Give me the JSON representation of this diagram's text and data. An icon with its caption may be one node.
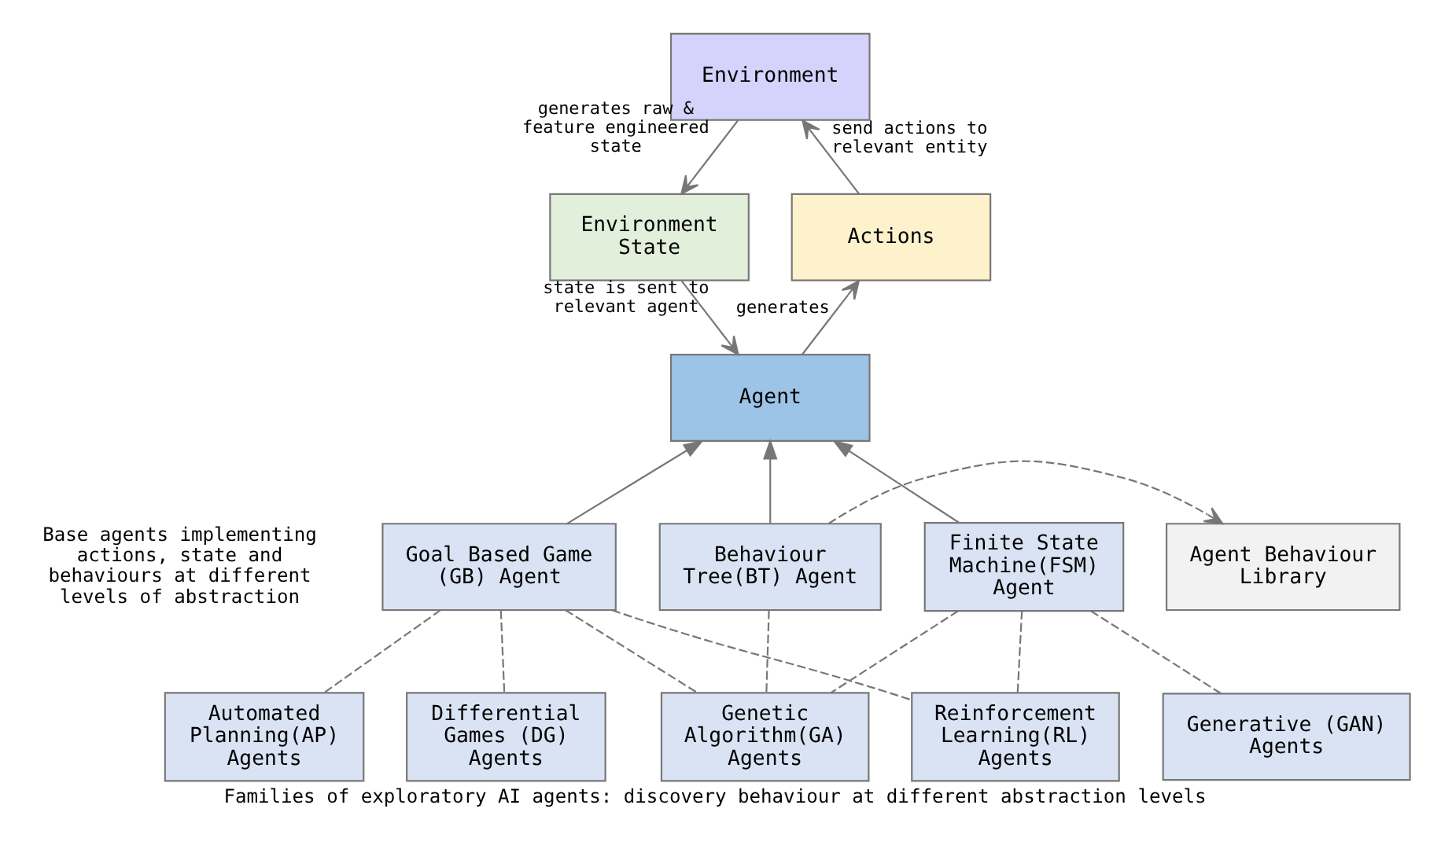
{
  "diagram": {
    "caption": "Families of exploratory AI agents: discovery behaviour at different abstraction levels",
    "nodes": [
      {
        "text": [
          "Environment"
        ]
      },
      {
        "text": [
          "Actions"
        ]
      },
      {
        "text": [
          "Environment State"
        ]
      },
      {
        "text": [
          "Agent"
        ]
      },
      {
        "text": [
          "Goal Based Game (GB) Agent"
        ]
      },
      {
        "text": [
          "Finite State Machine(FSM) Agent"
        ]
      },
      {
        "text": [
          "Behaviour Tree(BT) Agent"
        ]
      },
      {
        "text": [
          "Agent Behaviour Library"
        ]
      },
      {
        "text": [
          "Differential Games (DG) Agents"
        ]
      },
      {
        "text": [
          "Automated Planning(AP) Agents"
        ]
      },
      {
        "text": [
          "Genetic Algorithm(GA) Agents"
        ]
      },
      {
        "text": [
          "Reinforcement Learning(RL) Agents"
        ]
      },
      {
        "text": [
          "Generative (GAN) Agents"
        ]
      }
    ],
    "edges": [
      {
        "from": 1,
        "to": 0,
        "arrow": "to",
        "label": "send actions to relevant entity"
      },
      {
        "from": 0,
        "to": 2,
        "arrow": "to",
        "label": "generates raw & feature engineered state"
      },
      {
        "from": 2,
        "to": 3,
        "arrow": "to",
        "label": "state is sent to relevant agent"
      },
      {
        "from": 3,
        "to": 1,
        "arrow": "to",
        "label": "generates"
      },
      {
        "from": 4,
        "to": 3,
        "arrow": "to"
      },
      {
        "from": 5,
        "to": 3,
        "arrow": "to"
      },
      {
        "from": 6,
        "to": 3,
        "arrow": "to"
      },
      {
        "from": 6,
        "to": 7,
        "arrow": "to",
        "style": "dashed"
      },
      {
        "from": 4,
        "to": 8,
        "arrow": "none",
        "style": "dashed"
      },
      {
        "from": 4,
        "to": 9,
        "arrow": "none",
        "style": "dashed"
      },
      {
        "from": 4,
        "to": 10,
        "arrow": "none",
        "style": "dashed"
      },
      {
        "from": 4,
        "to": 11,
        "arrow": "none",
        "style": "dashed"
      },
      {
        "from": 5,
        "to": 10,
        "arrow": "none",
        "style": "dashed"
      },
      {
        "from": 5,
        "to": 11,
        "arrow": "none",
        "style": "dashed"
      },
      {
        "from": 5,
        "to": 12,
        "arrow": "none",
        "style": "dashed"
      },
      {
        "from": 6,
        "to": 10,
        "arrow": "none",
        "style": "dashed"
      }
    ],
    "labels": [
      "Base agents implementing actions, state and behaviours at different levels of abstraction"
    ]
  }
}
